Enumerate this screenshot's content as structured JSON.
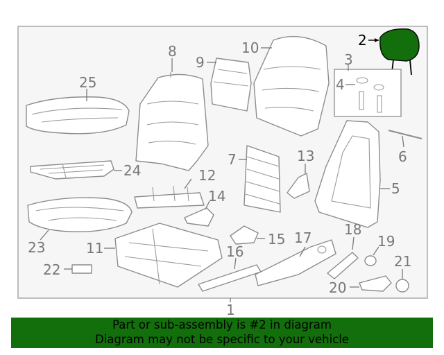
{
  "diagram": {
    "labels": {
      "l1": "1",
      "l2": "2",
      "l3": "3",
      "l4": "4",
      "l5": "5",
      "l6": "6",
      "l7": "7",
      "l8": "8",
      "l9": "9",
      "l10": "10",
      "l11": "11",
      "l12": "12",
      "l13": "13",
      "l14": "14",
      "l15": "15",
      "l16": "16",
      "l17": "17",
      "l18": "18",
      "l19": "19",
      "l20": "20",
      "l21": "21",
      "l22": "22",
      "l23": "23",
      "l24": "24",
      "l25": "25"
    },
    "highlight_part": "2",
    "colors": {
      "highlight": "#126f0c",
      "frame_bg": "#f6f6f6",
      "frame_border": "#a8a8a8",
      "line": "#8c8c8c"
    }
  },
  "footer": {
    "line1": "Part or sub-assembly is #2 in diagram",
    "line2": "Diagram may not be specific to your vehicle"
  }
}
